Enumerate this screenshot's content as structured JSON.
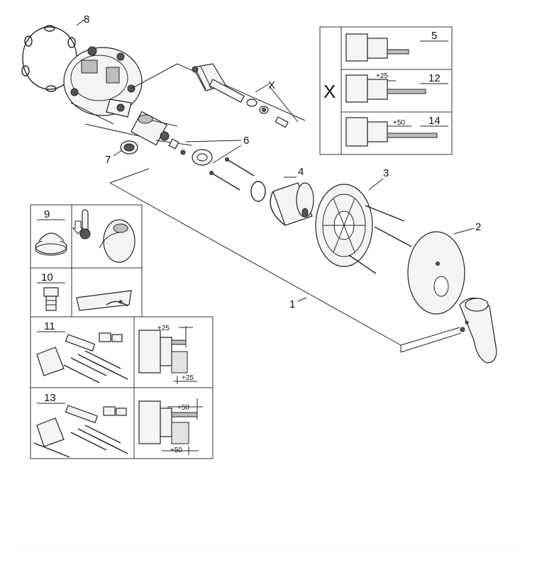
{
  "callouts": {
    "n1": "1",
    "n2": "2",
    "n3": "3",
    "n4": "4",
    "n5": "5",
    "n6": "6",
    "n7": "7",
    "n8": "8",
    "n9": "9",
    "n10": "10",
    "n11": "11",
    "n12": "12",
    "n13": "13",
    "n14": "14",
    "x": "X"
  },
  "inset_x": {
    "letter": "X",
    "rows": [
      {
        "number": "5",
        "dimension": ""
      },
      {
        "number": "12",
        "dimension": "+25"
      },
      {
        "number": "14",
        "dimension": "+50"
      }
    ]
  },
  "options": {
    "dim_25_top": "+25",
    "dim_25_bottom": "+25",
    "dim_50_top": "+50",
    "dim_50_bottom": "+50"
  },
  "colors": {
    "line": "#222222",
    "fill": "#f4f4f4",
    "accent_red": "#c0392b"
  }
}
